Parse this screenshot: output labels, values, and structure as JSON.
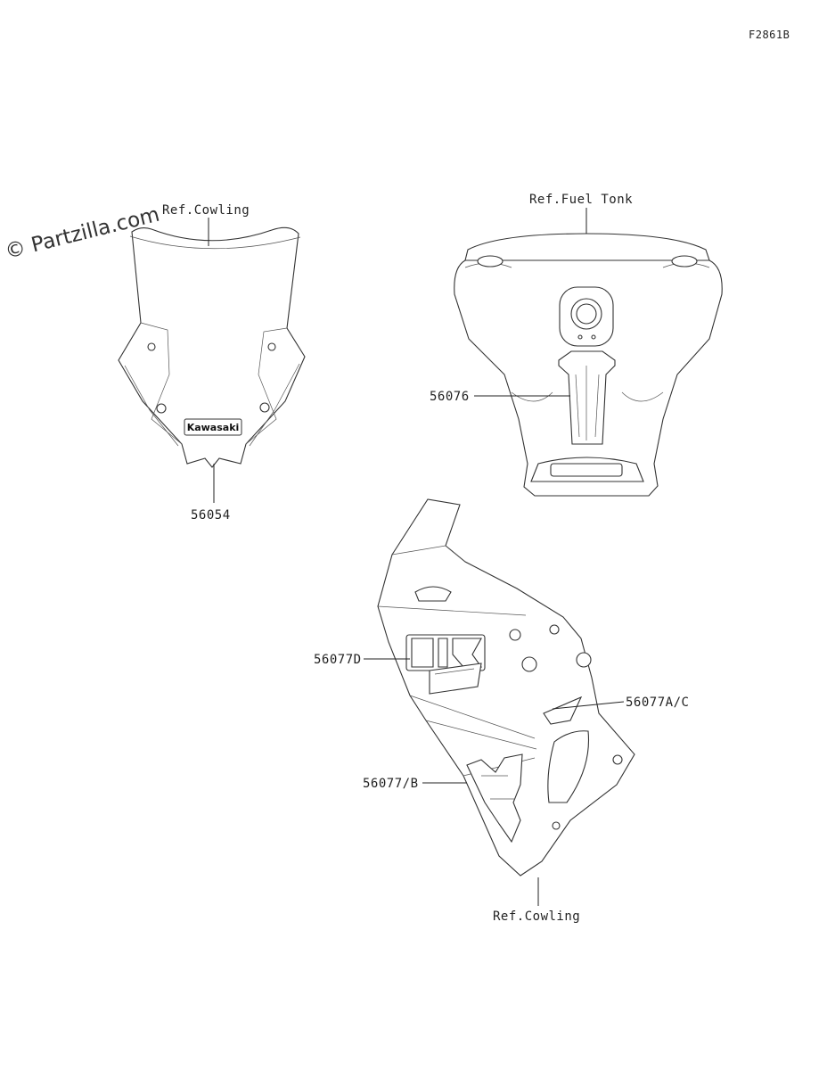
{
  "diagram_code": "F2861B",
  "watermark": "© Partzilla.com",
  "windshield_logo": "Kawasaki",
  "labels": {
    "ref_cowling_top": "Ref.Cowling",
    "part_56054": "56054",
    "ref_fuel_tank": "Ref.Fuel Tonk",
    "part_56076": "56076",
    "part_56077D": "56077D",
    "part_56077AC": "56077A/C",
    "part_56077B": "56077/B",
    "ref_cowling_bottom": "Ref.Cowling"
  }
}
